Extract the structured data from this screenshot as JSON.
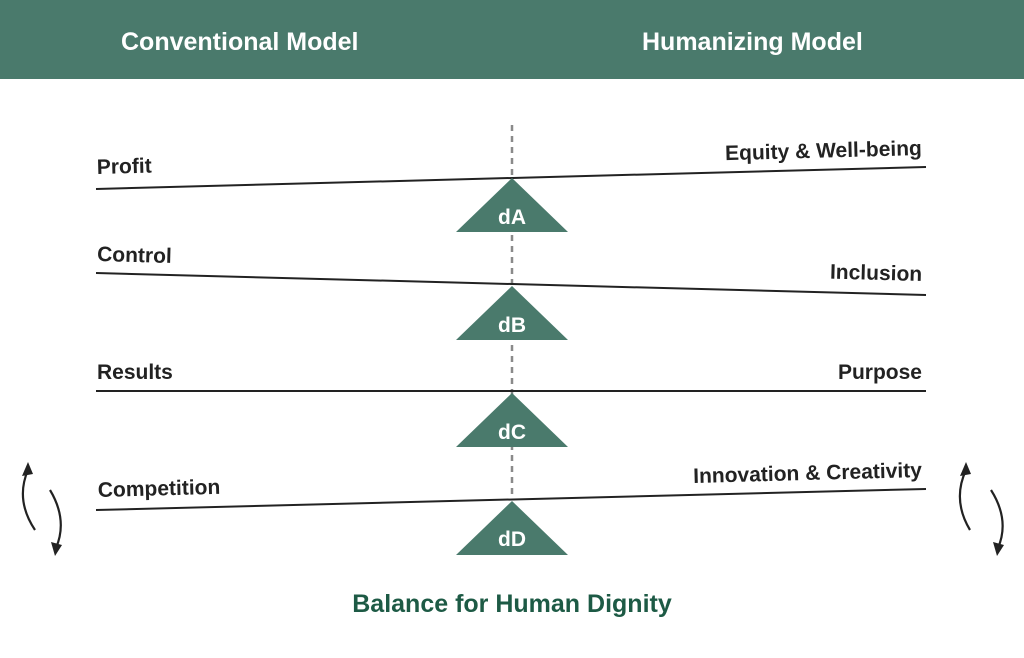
{
  "colors": {
    "header_bg": "#4a7a6c",
    "header_text": "#ffffff",
    "fulcrum": "#4a7a6c",
    "line": "#222222",
    "axis": "#8a8a8a",
    "footer_text": "#1d5a45"
  },
  "header": {
    "left_title": "Conventional Model",
    "right_title": "Humanizing Model"
  },
  "balances": [
    {
      "left": "Profit",
      "right": "Equity & Well-being",
      "fulcrum": "dA",
      "tilt": "right-up"
    },
    {
      "left": "Control",
      "right": "Inclusion",
      "fulcrum": "dB",
      "tilt": "left-up"
    },
    {
      "left": "Results",
      "right": "Purpose",
      "fulcrum": "dC",
      "tilt": "level"
    },
    {
      "left": "Competition",
      "right": "Innovation & Creativity",
      "fulcrum": "dD",
      "tilt": "right-up"
    }
  ],
  "icons": {
    "left": "rotate-arrows-icon",
    "right": "rotate-arrows-icon"
  },
  "footer": {
    "caption": "Balance for Human Dignity"
  }
}
